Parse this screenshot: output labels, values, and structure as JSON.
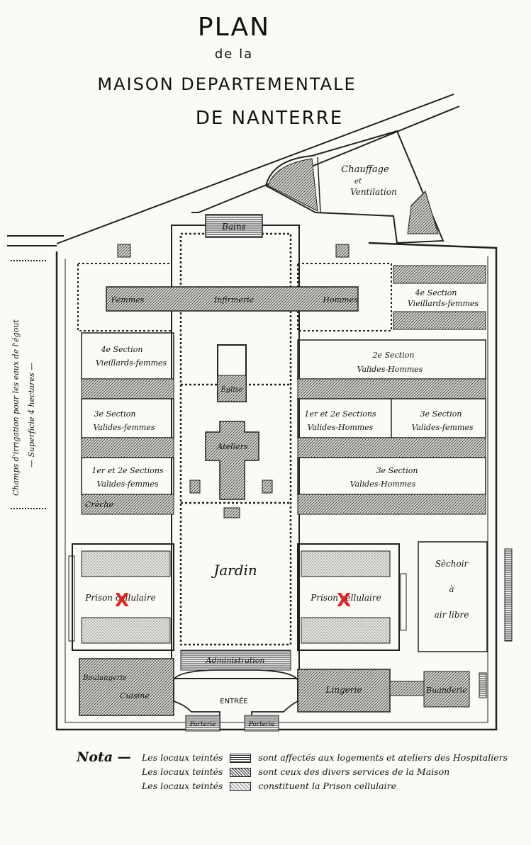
{
  "title": {
    "line1": "PLAN",
    "line2": "de la",
    "line3": "MAISON DEPARTEMENTALE",
    "line4": "DE NANTERRE"
  },
  "labels": {
    "chauffage": "Chauffage",
    "et": "et",
    "ventilation": "Ventilation",
    "bains": "Bains",
    "femmes_left": "Femmes",
    "infirmerie": "Infirmerie",
    "hommes_right": "Hommes",
    "s4_right_1": "4e Section",
    "s4_right_2": "Vieillards-femmes",
    "s4_left_1": "4e Section",
    "s4_left_2": "Vieillards-femmes",
    "s2_right_1": "2e Section",
    "s2_right_2": "Valides-Hommes",
    "s3_left_1": "3e Section",
    "s3_left_2": "Valides-femmes",
    "s12_right_1": "1er et 2e Sections",
    "s12_right_2": "Valides-Hommes",
    "s3_rightb_1": "3e Section",
    "s3_rightb_2": "Valides-femmes",
    "s12_left_1": "1er et 2e Sections",
    "s12_left_2": "Valides-femmes",
    "s3_right_low_1": "3e Section",
    "s3_right_low_2": "Valides-Hommes",
    "creche": "Crèche",
    "eglise": "Église",
    "ateliers": "Ateliers",
    "jardin": "Jardin",
    "prison_left": "Prison cellulaire",
    "prison_right": "Prison cellulaire",
    "sechoir_1": "Sèchoir",
    "sechoir_2": "à",
    "sechoir_3": "air libre",
    "administration": "Administration",
    "boulangerie": "Boulangerie",
    "cuisine": "Cuisine",
    "lingerie": "Lingerie",
    "buanderie": "Buanderie",
    "porterie_left": "Porterie",
    "porterie_right": "Porterie",
    "entree": "ENTRÉE",
    "side_text_1": "Champs d'irrigation pour les eaux de l'égout",
    "side_text_2": "— Superficie 4 hectares —"
  },
  "legend": {
    "nota": "Nota —",
    "row1_a": "Les locaux teintés",
    "row1_b": "sont affectés aux logements et ateliers des Hospitaliers",
    "row2_a": "Les locaux teintés",
    "row2_b": "sont ceux des divers services de la Maison",
    "row3_a": "Les locaux teintés",
    "row3_b": "constituent la Prison cellulaire"
  },
  "markers": {
    "symbol": "X",
    "color": "#e0231f"
  }
}
